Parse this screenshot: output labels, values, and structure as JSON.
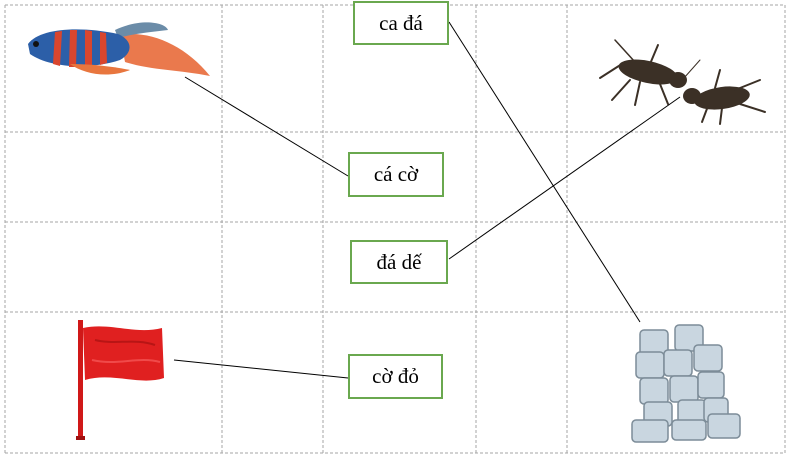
{
  "labels": {
    "ca_da": "ca đá",
    "ca_co": "cá cờ",
    "da_de": "đá dế",
    "co_do": "cờ đỏ"
  },
  "pictures": {
    "fish": "betta-fish-picture",
    "crickets": "fighting-crickets-picture",
    "flag": "red-flag-picture",
    "ice": "ice-cubes-picture"
  },
  "colors": {
    "box_border": "#6aa84f",
    "grid": "#a6a6a6",
    "connector": "#000000",
    "flag": "#e02020",
    "ice": "#c9d6e0"
  }
}
